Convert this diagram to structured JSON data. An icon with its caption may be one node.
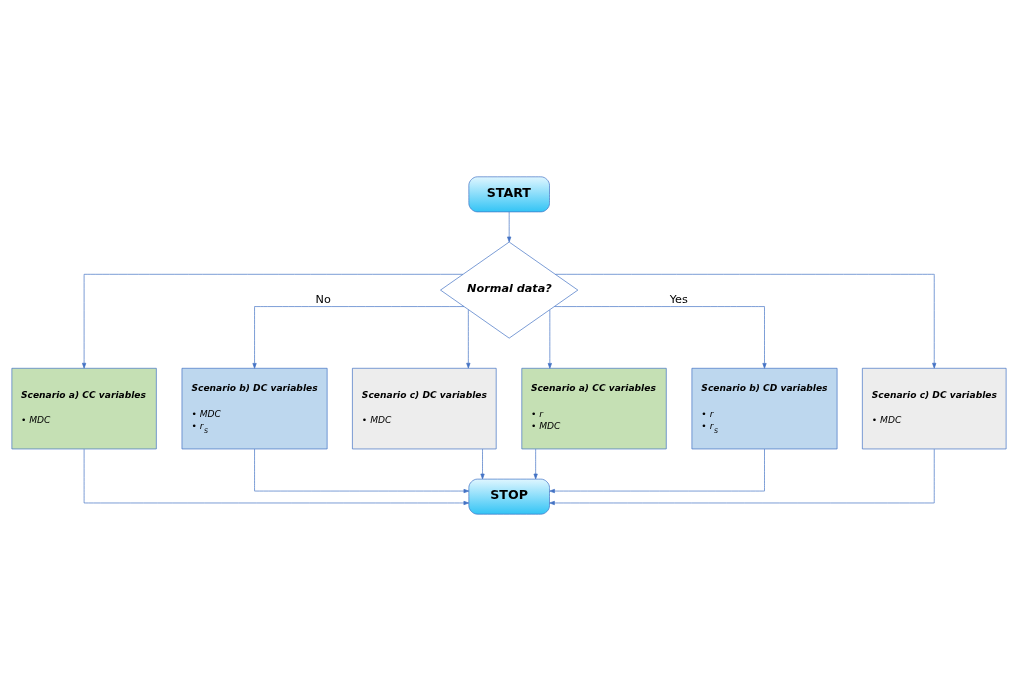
{
  "diagram": {
    "nodes": [
      {
        "text": [
          "START"
        ]
      },
      {
        "text": [
          "Normal data?"
        ]
      },
      {
        "text": [
          "Scenario a) CC variables",
          "• MDC"
        ]
      },
      {
        "text": [
          "Scenario b) DC variables",
          "• MDC",
          "• r$_{S}$"
        ]
      },
      {
        "text": [
          "Scenario c) DC variables",
          "• MDC"
        ]
      },
      {
        "text": [
          "Scenario a) CC variables",
          "• r",
          "• MDC"
        ]
      },
      {
        "text": [
          "Scenario b) CD variables",
          "• r",
          "• r$_{S}$"
        ]
      },
      {
        "text": [
          "Scenario c) DC variables",
          "• MDC"
        ]
      },
      {
        "text": [
          "STOP"
        ]
      }
    ],
    "edges": [
      {
        "from": 0,
        "to": 1,
        "arrow": "to"
      },
      {
        "from": 1,
        "to": 2,
        "arrow": "to"
      },
      {
        "from": 1,
        "to": 3,
        "arrow": "to",
        "label": "No"
      },
      {
        "from": 1,
        "to": 4,
        "arrow": "to"
      },
      {
        "from": 1,
        "to": 5,
        "arrow": "to"
      },
      {
        "from": 1,
        "to": 6,
        "arrow": "to",
        "label": "Yes"
      },
      {
        "from": 1,
        "to": 7,
        "arrow": "to"
      },
      {
        "from": 5,
        "to": 8,
        "arrow": "to"
      },
      {
        "from": 6,
        "to": 8,
        "arrow": "to"
      },
      {
        "from": 7,
        "to": 8,
        "arrow": "to"
      },
      {
        "from": 2,
        "to": 8,
        "arrow": "to"
      },
      {
        "from": 3,
        "to": 8,
        "arrow": "to"
      },
      {
        "from": 4,
        "to": 8,
        "arrow": "to"
      }
    ]
  }
}
